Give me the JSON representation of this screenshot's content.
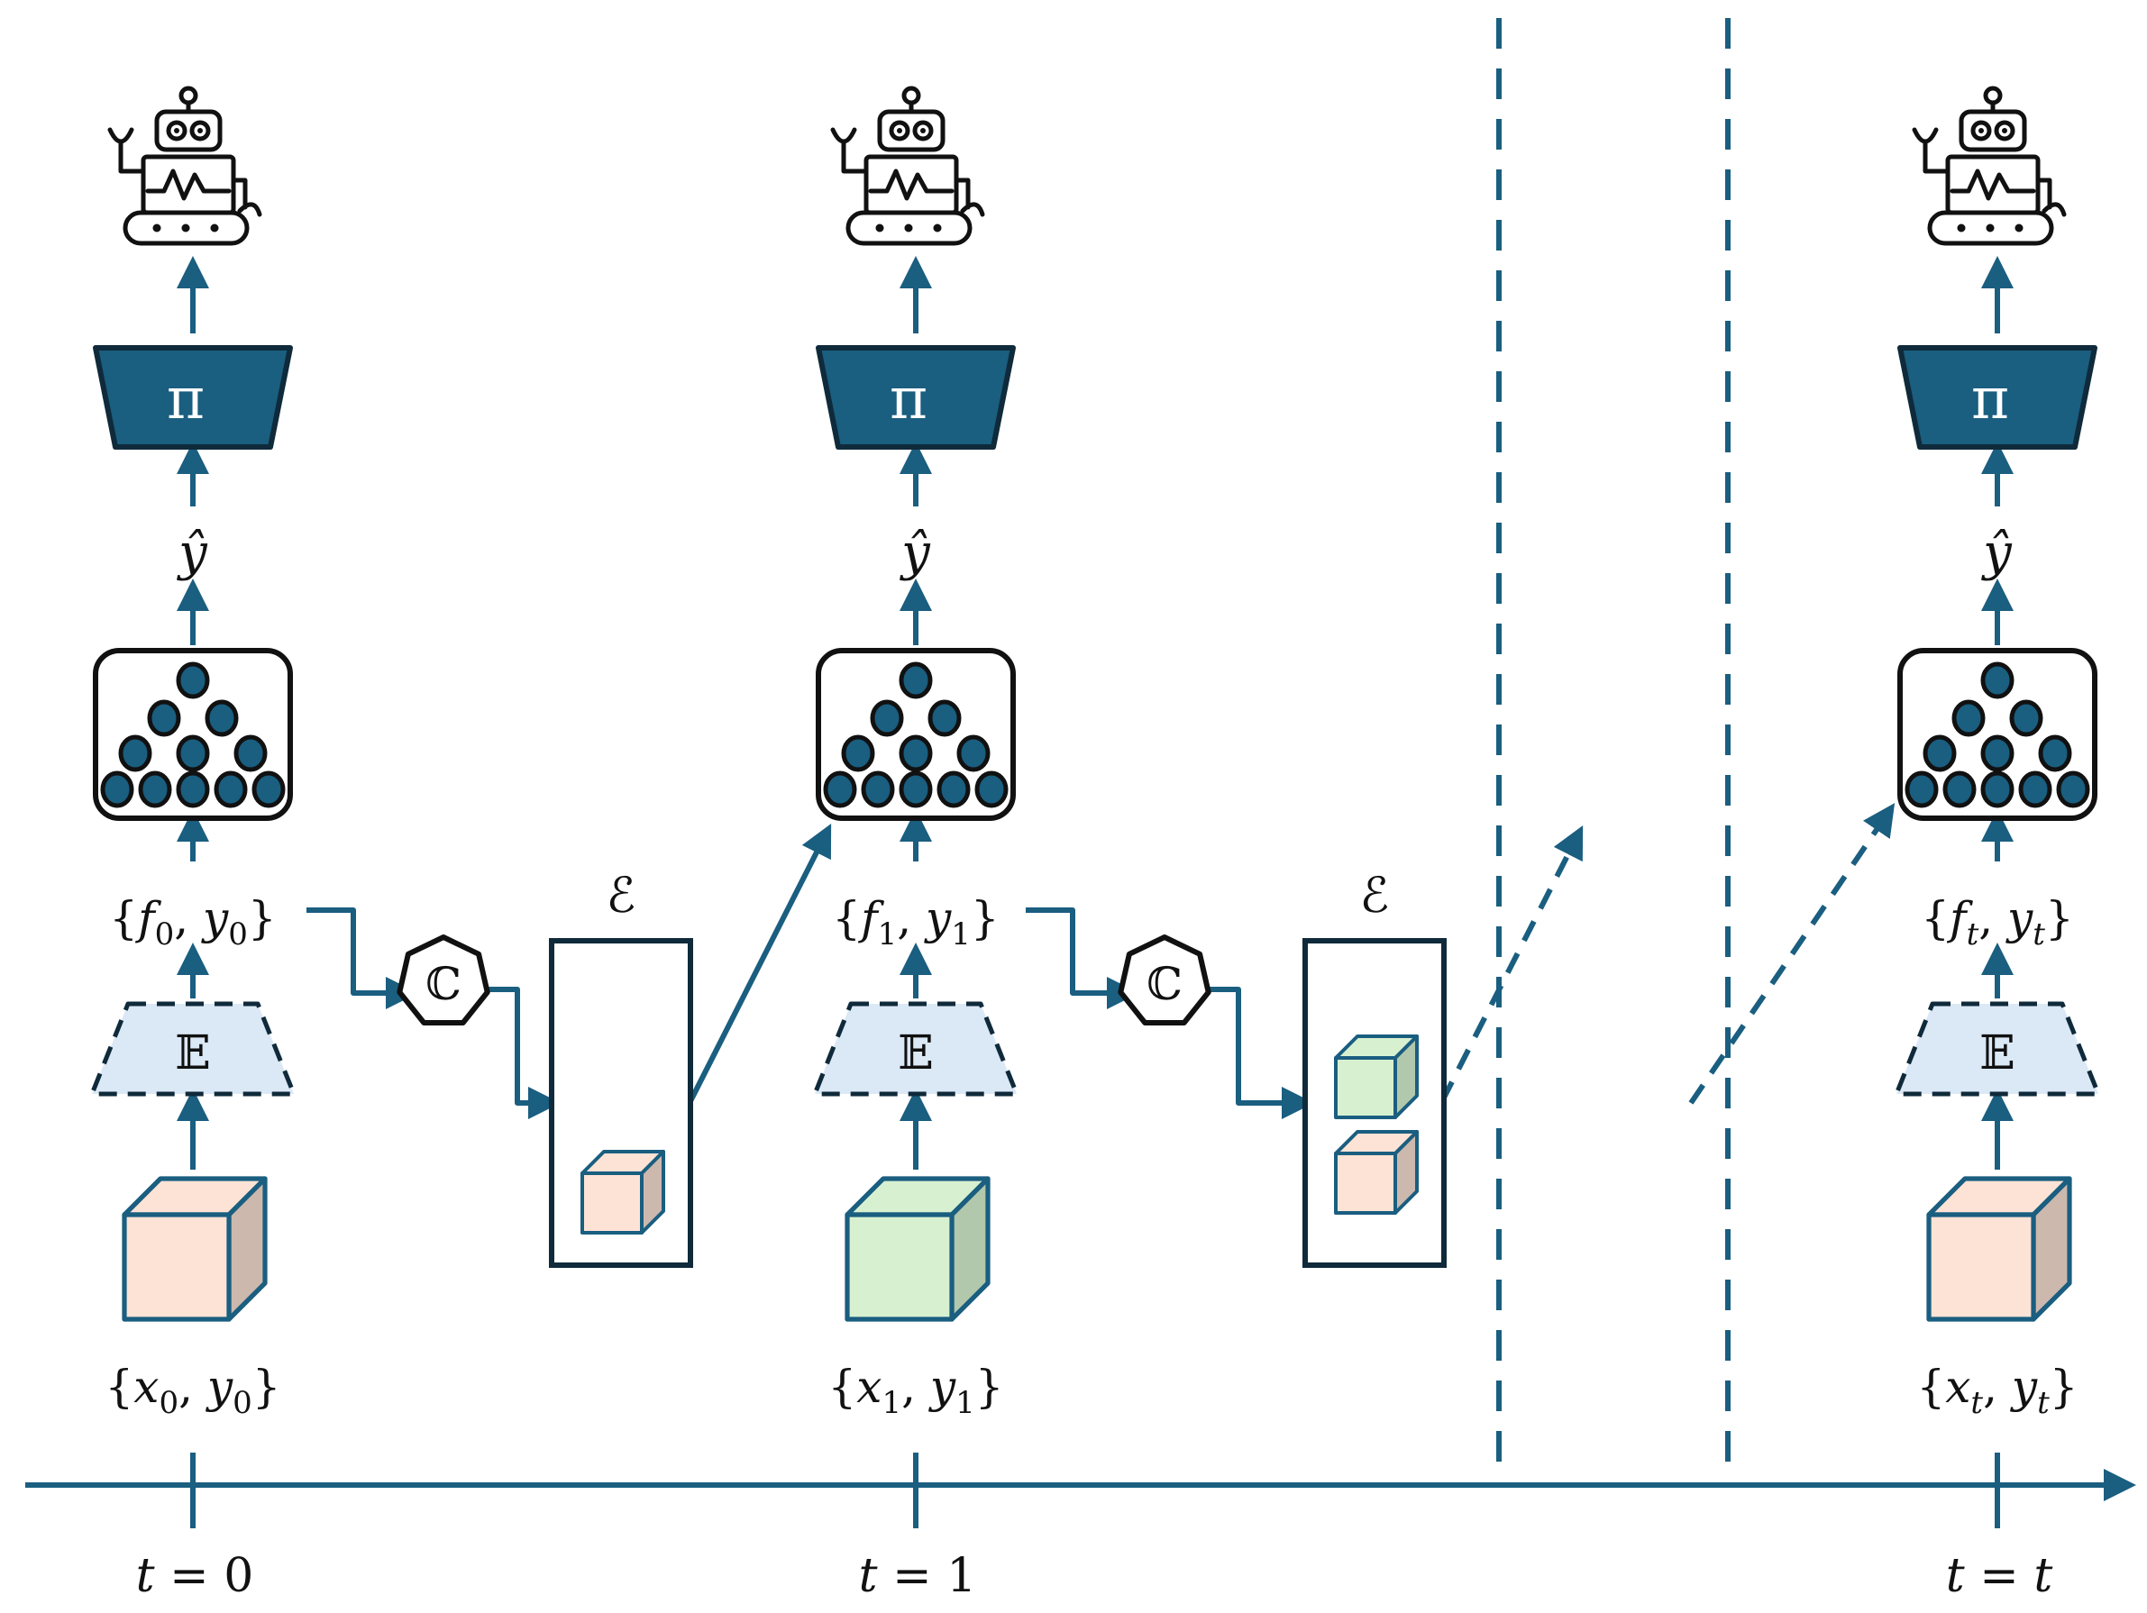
{
  "colors": {
    "accent": "#1a5e80",
    "outline": "#0f2a3a",
    "encoder_fill": "#dbe8f6",
    "peach_front": "#fde3d5",
    "peach_side": "#cdb8ae",
    "green_front": "#d7f1d0",
    "green_side": "#b2c8ac"
  },
  "icons": {
    "robot": "robot-icon",
    "policy": "policy-trapezoid-icon",
    "network": "neural-network-icon",
    "encoder": "encoder-trapezoid-icon",
    "compressor": "heptagon-compressor-icon",
    "cube": "data-cube-icon"
  },
  "columns": [
    {
      "policy_symbol": "π",
      "prediction": "ŷ",
      "features": {
        "open": "{",
        "f": "f",
        "f_sub": "0",
        "y": "y",
        "y_sub": "0",
        "close": "}"
      },
      "encoder_symbol": "𝔼",
      "inputs": {
        "open": "{",
        "x": "x",
        "x_sub": "0",
        "y": "y",
        "y_sub": "0",
        "close": "}"
      },
      "cube": "peach",
      "time": {
        "t": "t",
        "eq": " = ",
        "val": "0",
        "val_italic": false
      }
    },
    {
      "policy_symbol": "π",
      "prediction": "ŷ",
      "features": {
        "open": "{",
        "f": "f",
        "f_sub": "1",
        "y": "y",
        "y_sub": "1",
        "close": "}"
      },
      "encoder_symbol": "𝔼",
      "inputs": {
        "open": "{",
        "x": "x",
        "x_sub": "1",
        "y": "y",
        "y_sub": "1",
        "close": "}"
      },
      "cube": "green",
      "time": {
        "t": "t",
        "eq": " = ",
        "val": "1",
        "val_italic": false
      }
    },
    {
      "policy_symbol": "π",
      "prediction": "ŷ",
      "features": {
        "open": "{",
        "f": "f",
        "f_sub": "t",
        "y": "y",
        "y_sub": "t",
        "close": "}"
      },
      "encoder_symbol": "𝔼",
      "inputs": {
        "open": "{",
        "x": "x",
        "x_sub": "t",
        "y": "y",
        "y_sub": "t",
        "close": "}"
      },
      "cube": "peach",
      "time": {
        "t": "t",
        "eq": " = ",
        "val": "t",
        "val_italic": true
      }
    }
  ],
  "memories": [
    {
      "label": "ℰ",
      "compressor_symbol": "ℂ",
      "cubes": [
        "peach"
      ]
    },
    {
      "label": "ℰ",
      "compressor_symbol": "ℂ",
      "cubes": [
        "green",
        "peach"
      ]
    }
  ]
}
